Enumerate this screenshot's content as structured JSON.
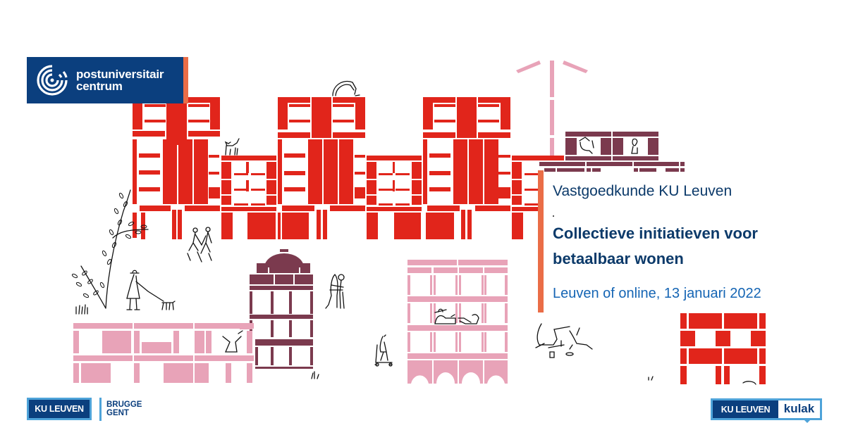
{
  "brand": {
    "puc_logo": {
      "line1": "postuniversitair",
      "line2": "centrum",
      "icon": "puc-spiral-icon"
    },
    "colors": {
      "navy": "#0B3F7E",
      "text_navy": "#0C3A6A",
      "date_blue": "#1565B4",
      "accent_orange": "#EA6D47",
      "building_red": "#E1251B",
      "building_pink": "#E8A3B8",
      "building_maroon": "#7B3A4E",
      "logo_light_blue": "#4EA3D9"
    }
  },
  "event": {
    "organizer": "Vastgoedkunde KU Leuven",
    "title": "Collectieve initiatieven voor betaalbaar wonen",
    "location_date": "Leuven of online, 13 januari 2022"
  },
  "footer": {
    "left_logo": {
      "name": "KU LEUVEN",
      "campus_line1": "BRUGGE",
      "campus_line2": "GENT"
    },
    "right_logo": {
      "name": "KU LEUVEN",
      "campus": "kulak"
    }
  },
  "illustration": {
    "description": "Stylized building facades with line-drawn people",
    "figures": [
      "cat-on-roof",
      "person-arching-on-roof",
      "couple-walking",
      "woman-walking-dog",
      "couple-hugging",
      "person-on-scooter",
      "people-toasting",
      "people-lounging",
      "person-on-balcony",
      "person-sitting"
    ]
  }
}
